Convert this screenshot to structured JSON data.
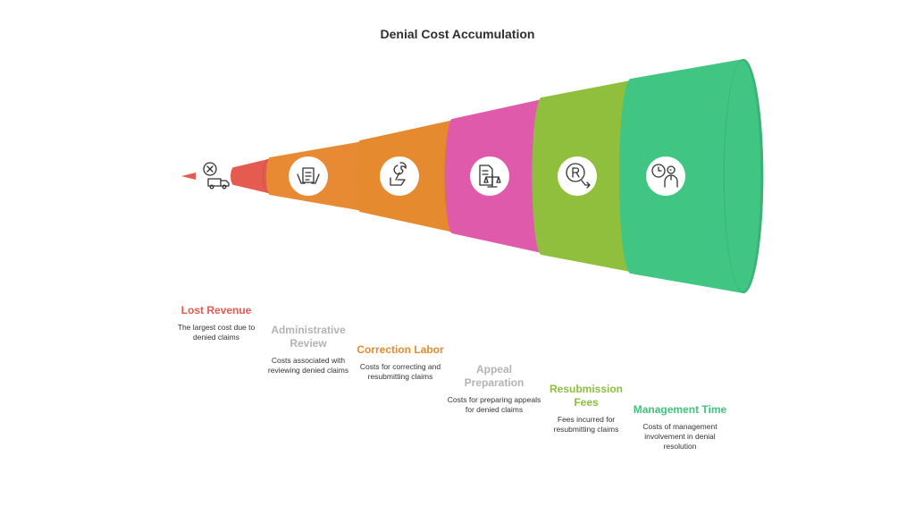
{
  "title": "Denial Cost Accumulation",
  "stages": [
    {
      "label": "Lost Revenue",
      "description": "The largest cost due to denied claims",
      "color": "#e25b4f",
      "icon": "truck-cancel-icon"
    },
    {
      "label": "Administrative Review",
      "description": "Costs associated with reviewing denied claims",
      "color": "#b3b3b3",
      "icon": "clipboard-hands-icon"
    },
    {
      "label": "Correction Labor",
      "description": "Costs for correcting and resubmitting claims",
      "color": "#e58a2e",
      "icon": "wrench-hand-icon"
    },
    {
      "label": "Appeal Preparation",
      "description": "Costs for preparing appeals for denied claims",
      "color": "#b3b3b3",
      "icon": "document-scales-icon"
    },
    {
      "label": "Resubmission Fees",
      "description": "Fees incurred for resubmitting claims",
      "color": "#8cbf3f",
      "icon": "rupee-arrow-icon"
    },
    {
      "label": "Management Time",
      "description": "Costs of management involvement in denial resolution",
      "color": "#3fc47f",
      "icon": "clock-person-icon"
    }
  ],
  "segment_colors": [
    "#e65b50",
    "#e88a33",
    "#e68a2f",
    "#e05aac",
    "#8fbf3c",
    "#40c582"
  ]
}
